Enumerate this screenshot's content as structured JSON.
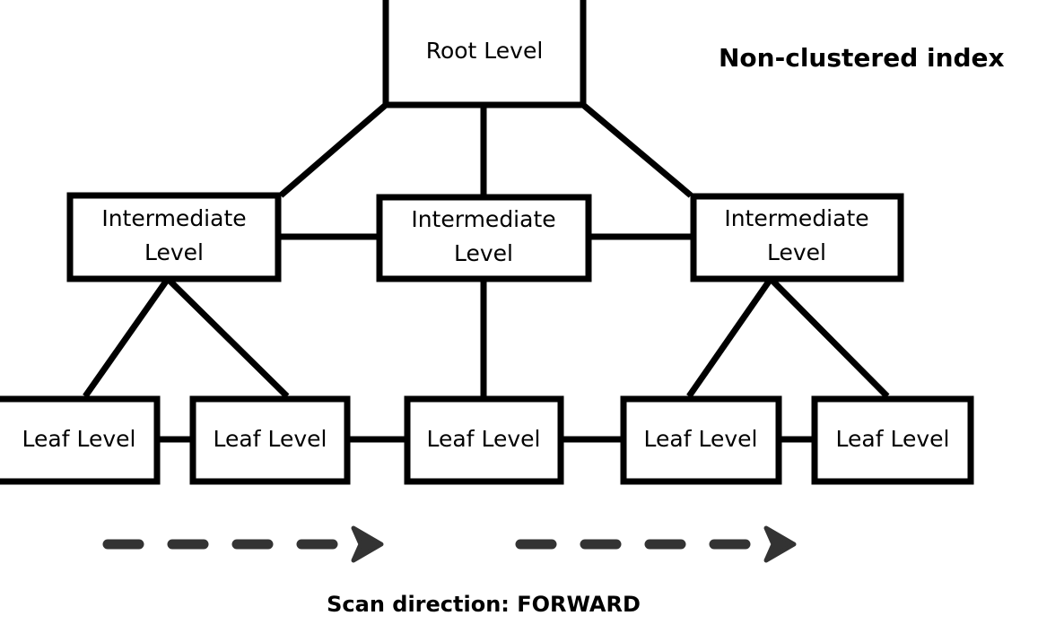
{
  "diagram": {
    "title": "Non-clustered index",
    "caption": "Scan direction: FORWARD",
    "scan_direction": "FORWARD",
    "colors": {
      "box_stroke": "#000000",
      "box_fill": "#ffffff",
      "link": "#000000",
      "text": "#000000",
      "arrow": "#333333",
      "background": "#ffffff"
    },
    "levels": [
      {
        "name": "root",
        "nodes": [
          {
            "id": "root-1",
            "label": "Root Level",
            "label_lines": [
              "Root Level"
            ]
          }
        ]
      },
      {
        "name": "intermediate",
        "nodes": [
          {
            "id": "intermediate-1",
            "label": "Intermediate Level",
            "label_lines": [
              "Intermediate",
              "Level"
            ]
          },
          {
            "id": "intermediate-2",
            "label": "Intermediate Level",
            "label_lines": [
              "Intermediate",
              "Level"
            ]
          },
          {
            "id": "intermediate-3",
            "label": "Intermediate Level",
            "label_lines": [
              "Intermediate",
              "Level"
            ]
          }
        ]
      },
      {
        "name": "leaf",
        "nodes": [
          {
            "id": "leaf-1",
            "label": "Leaf Level",
            "label_lines": [
              "Leaf Level"
            ]
          },
          {
            "id": "leaf-2",
            "label": "Leaf Level",
            "label_lines": [
              "Leaf Level"
            ]
          },
          {
            "id": "leaf-3",
            "label": "Leaf Level",
            "label_lines": [
              "Leaf Level"
            ]
          },
          {
            "id": "leaf-4",
            "label": "Leaf Level",
            "label_lines": [
              "Leaf Level"
            ]
          },
          {
            "id": "leaf-5",
            "label": "Leaf Level",
            "label_lines": [
              "Leaf Level"
            ]
          }
        ]
      }
    ],
    "scan_arrows": [
      {
        "id": "scan-arrow-left",
        "dash_count": 4
      },
      {
        "id": "scan-arrow-right",
        "dash_count": 4
      }
    ]
  }
}
